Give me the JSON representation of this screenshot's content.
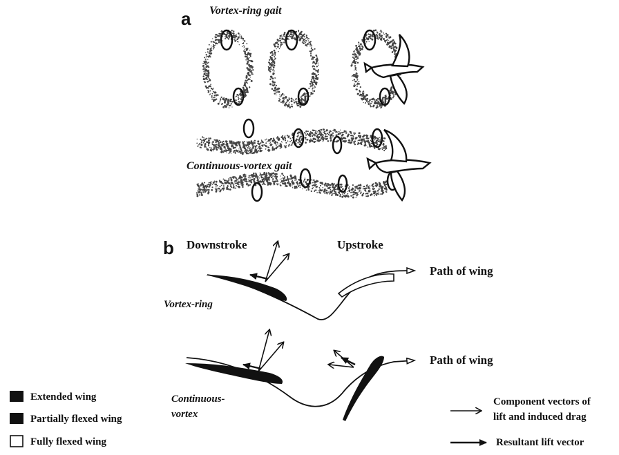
{
  "panel_a": {
    "letter": "a",
    "vortex_ring_label": "Vortex-ring gait",
    "continuous_label": "Continuous-vortex gait"
  },
  "panel_b": {
    "letter": "b",
    "downstroke": "Downstroke",
    "upstroke": "Upstroke",
    "path_label_1": "Path of wing",
    "path_label_2": "Path of wing",
    "row1": "Vortex-ring",
    "row2_line1": "Continuous-",
    "row2_line2": "vortex"
  },
  "legend_left": {
    "extended": "Extended wing",
    "partial": "Partially flexed wing",
    "fully": "Fully flexed wing"
  },
  "legend_right": {
    "component_line1": "Component vectors of",
    "component_line2": "lift and induced drag",
    "resultant": "Resultant lift vector"
  }
}
